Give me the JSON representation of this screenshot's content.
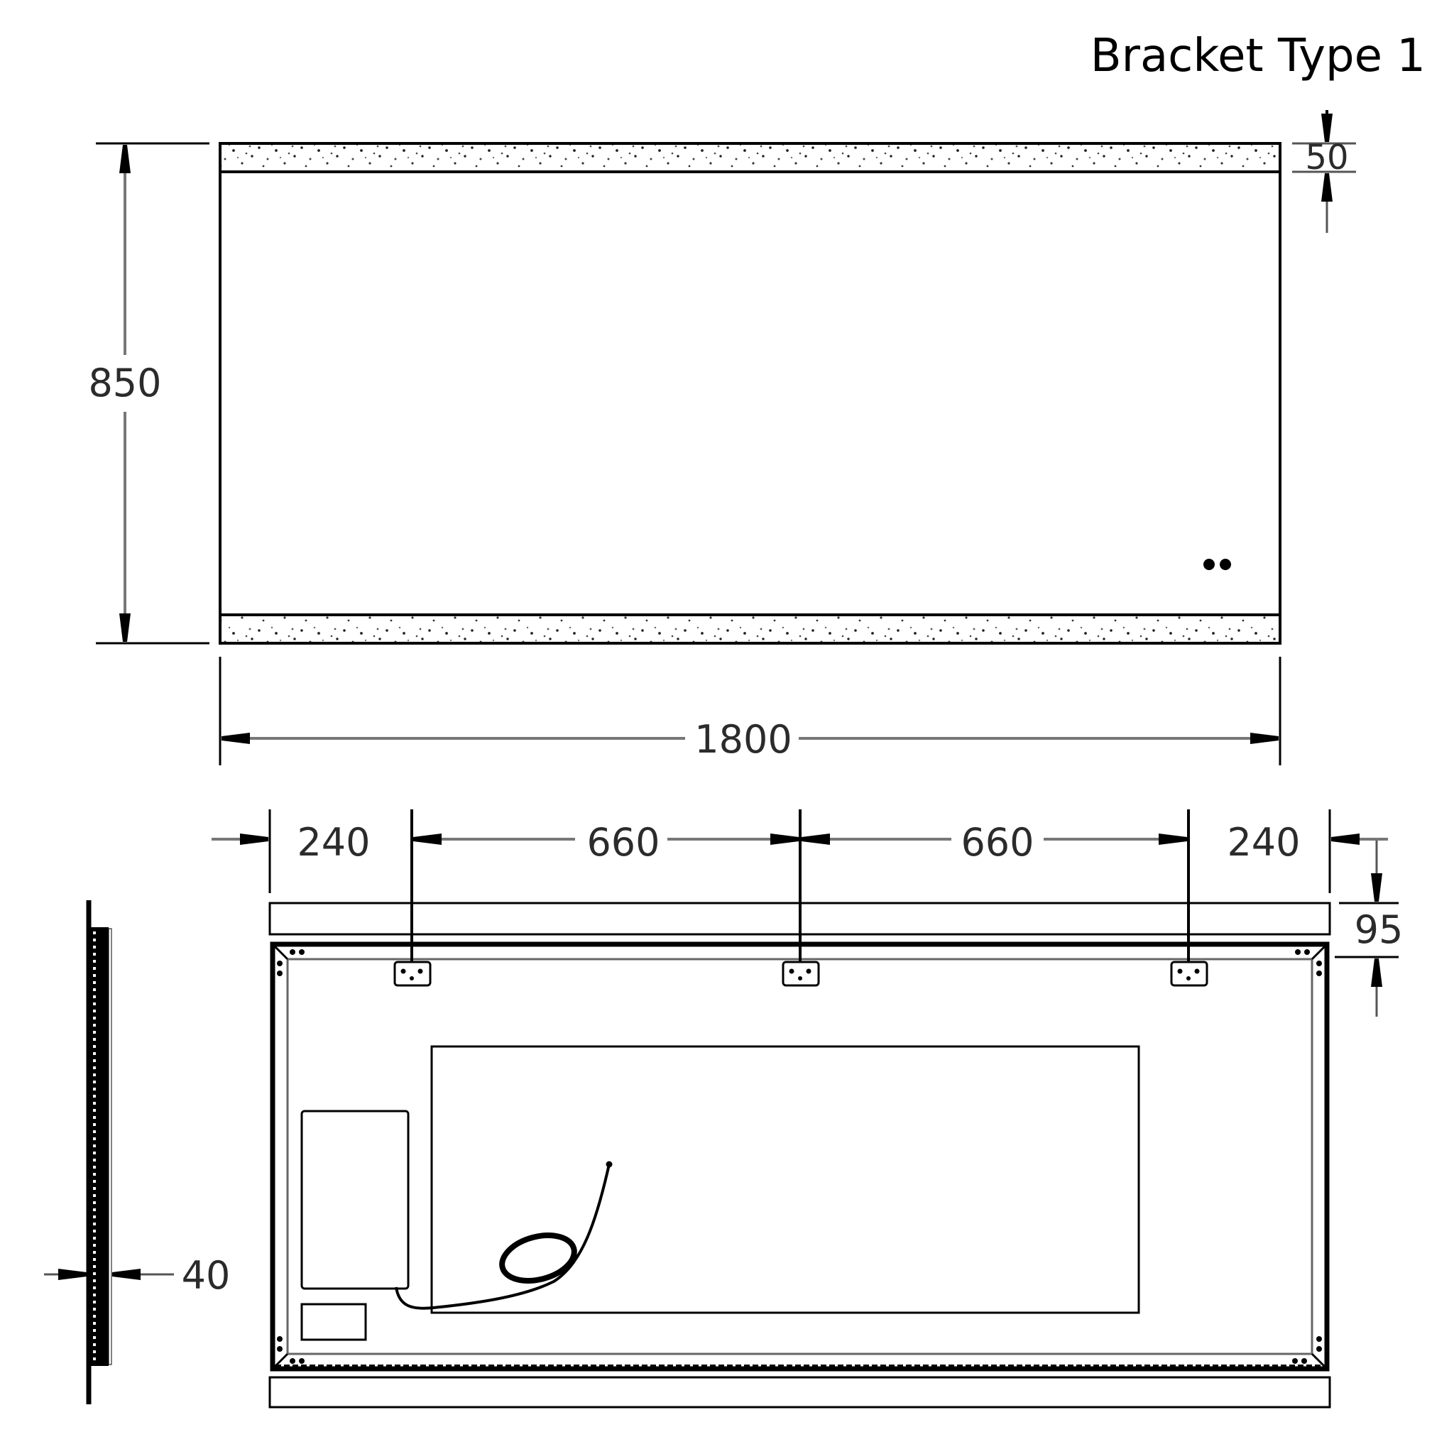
{
  "title": "Bracket Type 1",
  "colors": {
    "line": "#000000",
    "dimension_line": "#6e6e6e",
    "text": "#2b2b2b",
    "background": "#ffffff"
  },
  "front_view": {
    "width_label": "1800",
    "height_label": "850",
    "light_band_label": "50",
    "sensor_dots": 2
  },
  "rear_view": {
    "bracket_spacing": [
      "240",
      "660",
      "660",
      "240"
    ],
    "bracket_offset_label": "95",
    "bracket_count": 3
  },
  "side_view": {
    "depth_label": "40"
  }
}
